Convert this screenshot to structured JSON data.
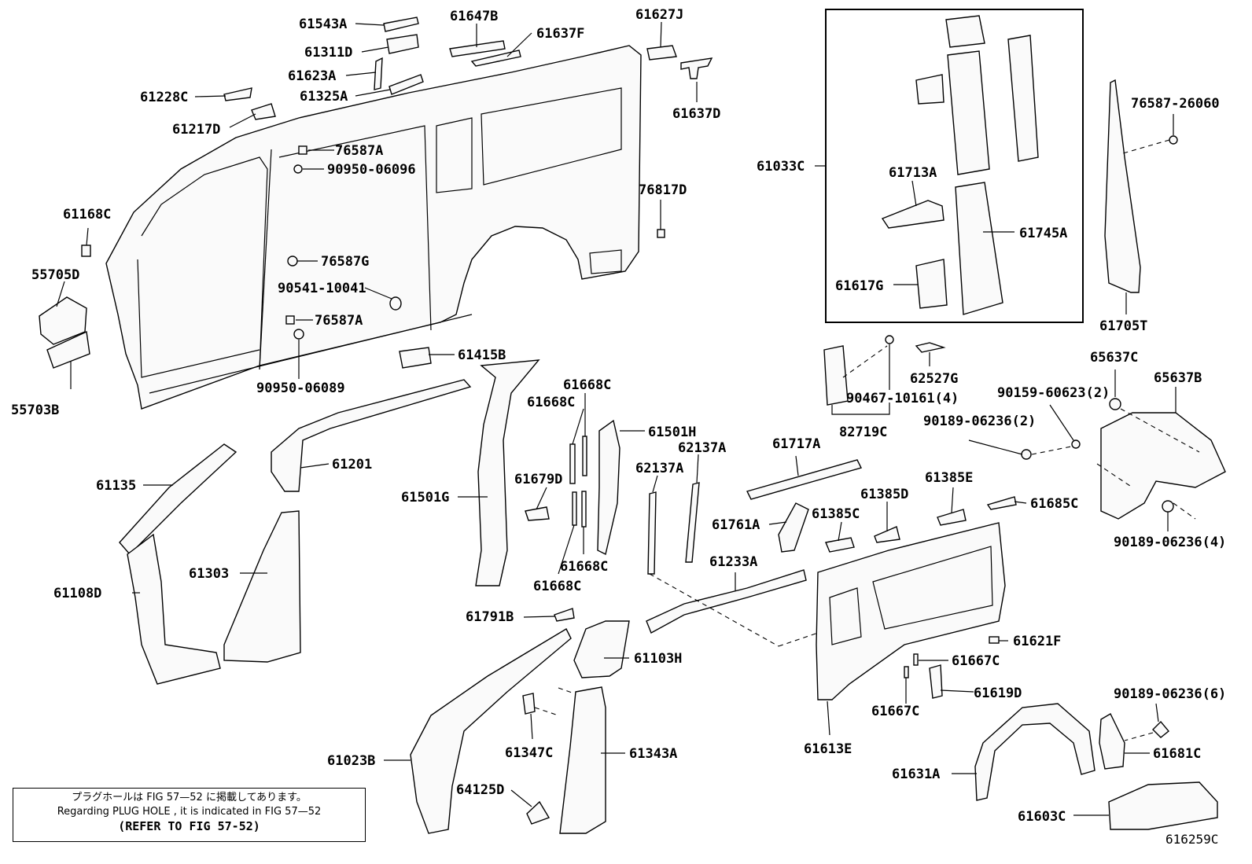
{
  "diagram": {
    "labels": {
      "l61543A": "61543A",
      "l61647B": "61647B",
      "l61637F": "61637F",
      "l61627J": "61627J",
      "l61311D": "61311D",
      "l61623A": "61623A",
      "l61325A": "61325A",
      "l61228C": "61228C",
      "l61217D": "61217D",
      "l61637D": "61637D",
      "l76587A_top": "76587A",
      "l90950_06096": "90950-06096",
      "l76817D": "76817D",
      "l61168C": "61168C",
      "l55705D": "55705D",
      "l76587G": "76587G",
      "l90541_10041": "90541-10041",
      "l76587A_mid": "76587A",
      "l90950_06089": "90950-06089",
      "l55703B": "55703B",
      "l61415B": "61415B",
      "l61033C": "61033C",
      "l61713A": "61713A",
      "l61745A": "61745A",
      "l61617G": "61617G",
      "l76587_26060": "76587-26060",
      "l61705T": "61705T",
      "l62527G": "62527G",
      "l65637C": "65637C",
      "l65637B": "65637B",
      "l90467_10161": "90467-10161(4)",
      "l90159_60623": "90159-60623(2)",
      "l82719C": "82719C",
      "l90189_06236_2": "90189-06236(2)",
      "l61668C_a": "61668C",
      "l61668C_b": "61668C",
      "l61501H": "61501H",
      "l62137A_a": "62137A",
      "l62137A_b": "62137A",
      "l61717A": "61717A",
      "l61135": "61135",
      "l61201": "61201",
      "l61501G": "61501G",
      "l61679D": "61679D",
      "l61385E": "61385E",
      "l61385D": "61385D",
      "l61685C": "61685C",
      "l61761A": "61761A",
      "l61385C": "61385C",
      "l90189_06236_4": "90189-06236(4)",
      "l61108D": "61108D",
      "l61303": "61303",
      "l61668C_c": "61668C",
      "l61668C_d": "61668C",
      "l61233A": "61233A",
      "l61791B": "61791B",
      "l61103H": "61103H",
      "l61621F": "61621F",
      "l61667C_a": "61667C",
      "l61619D": "61619D",
      "l61667C_b": "61667C",
      "l90189_06236_6": "90189-06236(6)",
      "l61023B": "61023B",
      "l61347C": "61347C",
      "l61343A": "61343A",
      "l61613E": "61613E",
      "l61631A": "61631A",
      "l61681C": "61681C",
      "l64125D": "64125D",
      "l61603C": "61603C"
    }
  },
  "note": {
    "line_ja": "プラグホールは FIG 57—52 に掲載してあります。",
    "line_en": "Regarding  PLUG HOLE , it is indicated in FIG 57—52",
    "line_ref": "(REFER TO FIG 57-52)"
  },
  "figure_id": "616259C"
}
